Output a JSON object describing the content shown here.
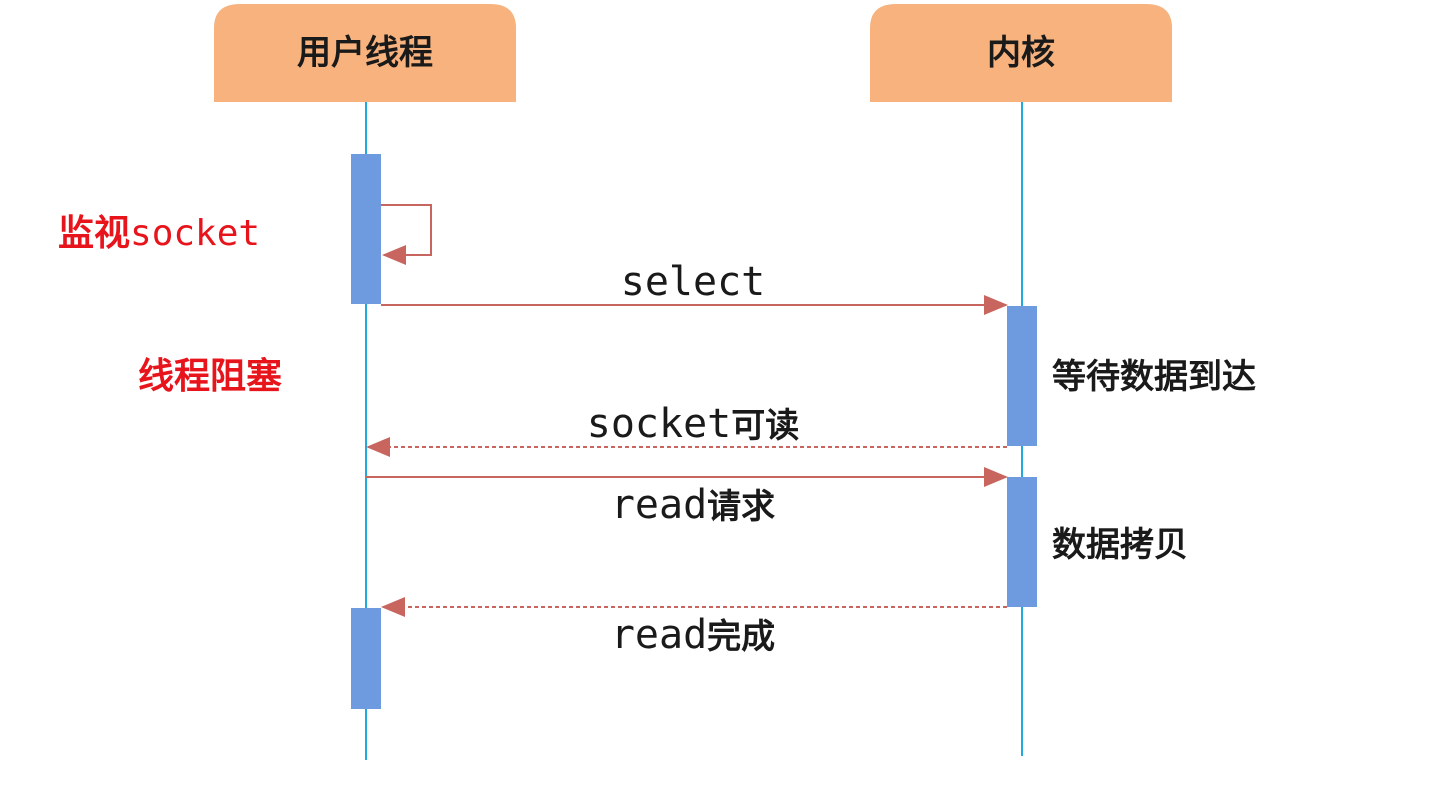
{
  "colors": {
    "actor_fill": "#f7b27e",
    "lifeline": "#22aadf",
    "activation": "#6e9ae0",
    "arrow": "#c9655f",
    "note_red": "#e8141b",
    "text": "#1a1a1a"
  },
  "actors": {
    "user_thread": "用户线程",
    "kernel": "内核"
  },
  "notes": {
    "monitor_prefix": "监视",
    "monitor_suffix": "socket",
    "thread_blocked": "线程阻塞",
    "waiting_data": "等待数据到达",
    "data_copy": "数据拷贝"
  },
  "messages": {
    "select": "select",
    "socket_readable_prefix": "socket",
    "socket_readable_suffix": "可读",
    "read_request_prefix": "read",
    "read_request_suffix": "请求",
    "read_complete_prefix": "read",
    "read_complete_suffix": "完成"
  }
}
